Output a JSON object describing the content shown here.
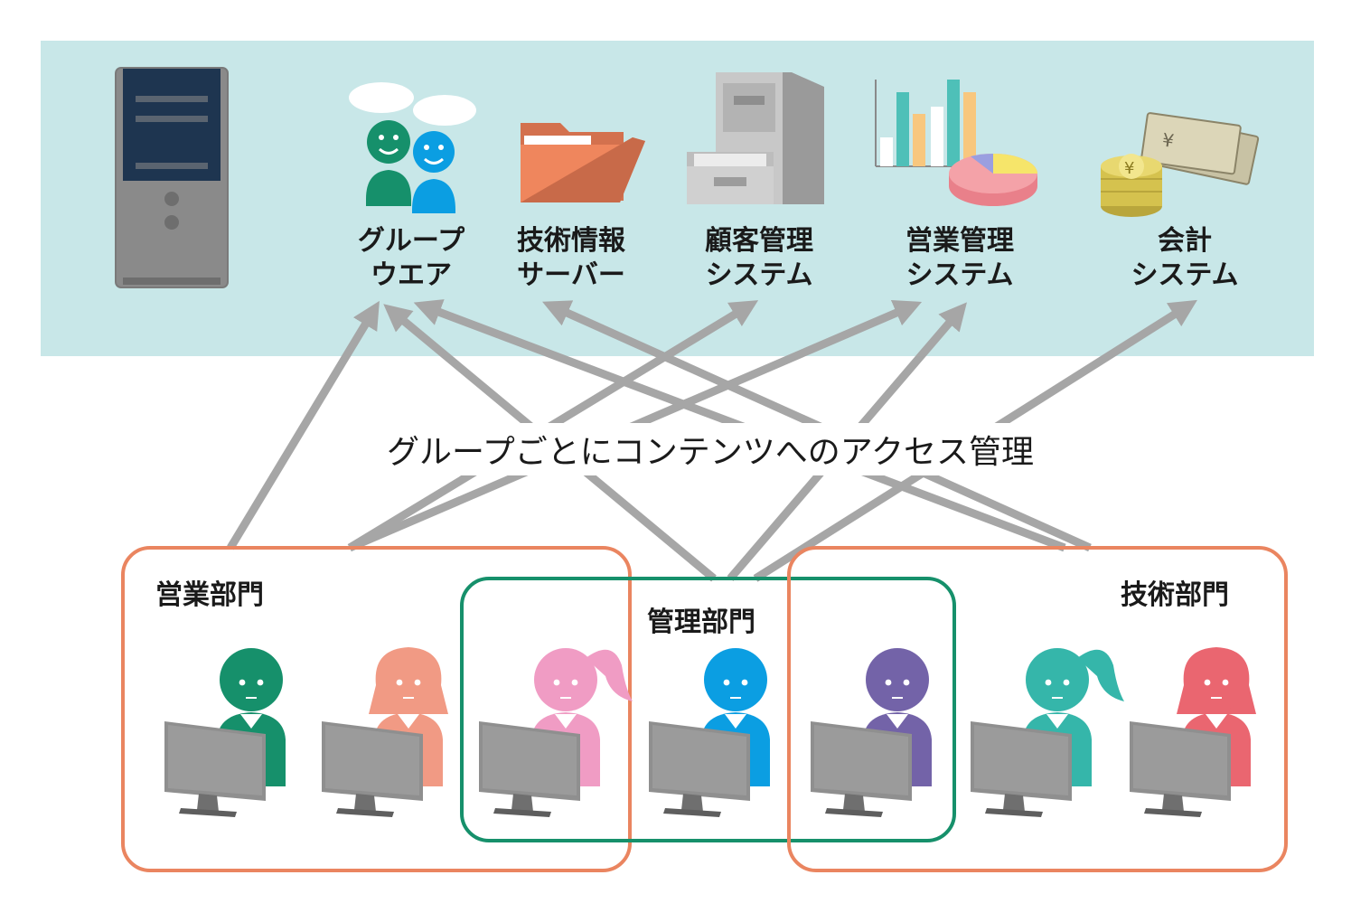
{
  "colors": {
    "panel": "#c8e7e8",
    "arrow": "#a6a6a6",
    "group_sales": "#ea8560",
    "group_admin": "#16906b",
    "group_tech": "#ea8560",
    "monitor": "#8f8f8f",
    "server_body": "#8a8a8a",
    "server_panel": "#1e3550"
  },
  "systems": [
    {
      "line1": "グループ",
      "line2": "ウエア",
      "icon": "chat-people-icon"
    },
    {
      "line1": "技術情報",
      "line2": "サーバー",
      "icon": "folder-icon"
    },
    {
      "line1": "顧客管理",
      "line2": "システム",
      "icon": "file-cabinet-icon"
    },
    {
      "line1": "営業管理",
      "line2": "システム",
      "icon": "bar-pie-chart-icon"
    },
    {
      "line1": "会計",
      "line2": "システム",
      "icon": "yen-money-icon"
    }
  ],
  "center_caption": "グループごとにコンテンツへのアクセス管理",
  "groups": {
    "sales": "営業部門",
    "admin": "管理部門",
    "tech": "技術部門"
  },
  "users": [
    {
      "color": "#16906b",
      "hair": "short",
      "group": "sales"
    },
    {
      "color": "#f19a84",
      "hair": "bob",
      "group": "sales"
    },
    {
      "color": "#f09cc4",
      "hair": "ponytail",
      "group": "sales-admin"
    },
    {
      "color": "#0b9ee2",
      "hair": "short",
      "group": "admin"
    },
    {
      "color": "#7363a8",
      "hair": "short",
      "group": "admin-tech"
    },
    {
      "color": "#35b6aa",
      "hair": "ponytail",
      "group": "tech"
    },
    {
      "color": "#ea6670",
      "hair": "bob",
      "group": "tech"
    }
  ]
}
